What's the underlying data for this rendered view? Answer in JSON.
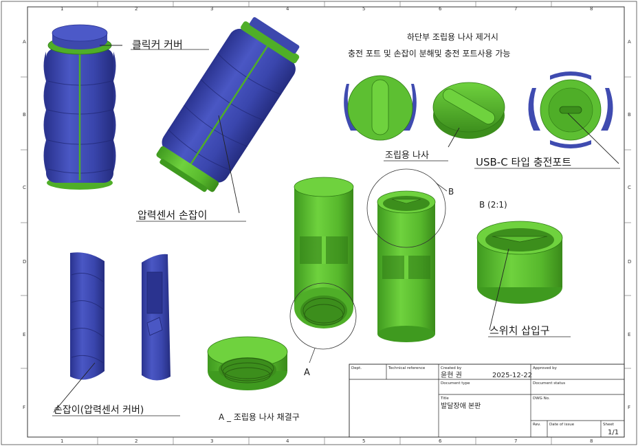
{
  "zones": {
    "columns": [
      "1",
      "2",
      "3",
      "4",
      "5",
      "6",
      "7",
      "8"
    ],
    "rows": [
      "A",
      "B",
      "C",
      "D",
      "E",
      "F"
    ]
  },
  "callouts": {
    "click_cover": "클릭커 커버",
    "pressure_grip": "압력센서 손잡이",
    "grip_cover": "손잡이(압력센서 커버)",
    "thread_assembly": "A _ 조립용 나사 채결구",
    "assembly_screw": "조립용 나사",
    "usbc_port": "USB-C 타입 충전포트",
    "switch_slot": "스위치 삽입구"
  },
  "note": {
    "line1": "하단부 조립용 나사 제거시",
    "line2": "충전 포트 및 손잡이 분해및 충전 포트사용  가능"
  },
  "detail_labels": {
    "a": "A",
    "b": "B",
    "b_scale": "B (2:1)"
  },
  "title_block": {
    "dept_caption": "Dept.",
    "tech_ref_caption": "Technical reference",
    "created_by_caption": "Created by",
    "created_by": "윤현 권",
    "date": "2025-12-22",
    "approved_by_caption": "Approved by",
    "doc_type_caption": "Document type",
    "doc_status_caption": "Document status",
    "title_caption": "Title",
    "title": "발달장애 본판",
    "dwg_no_caption": "DWG No.",
    "rev_caption": "Rev.",
    "date_issue_caption": "Date of issue",
    "sheet_caption": "Sheet",
    "sheet": "1/1"
  },
  "colors": {
    "blue": "#3f4bb0",
    "blue_dark": "#262f86",
    "green": "#5dbf32",
    "green_dark": "#3c8e1c",
    "line": "#222222"
  }
}
